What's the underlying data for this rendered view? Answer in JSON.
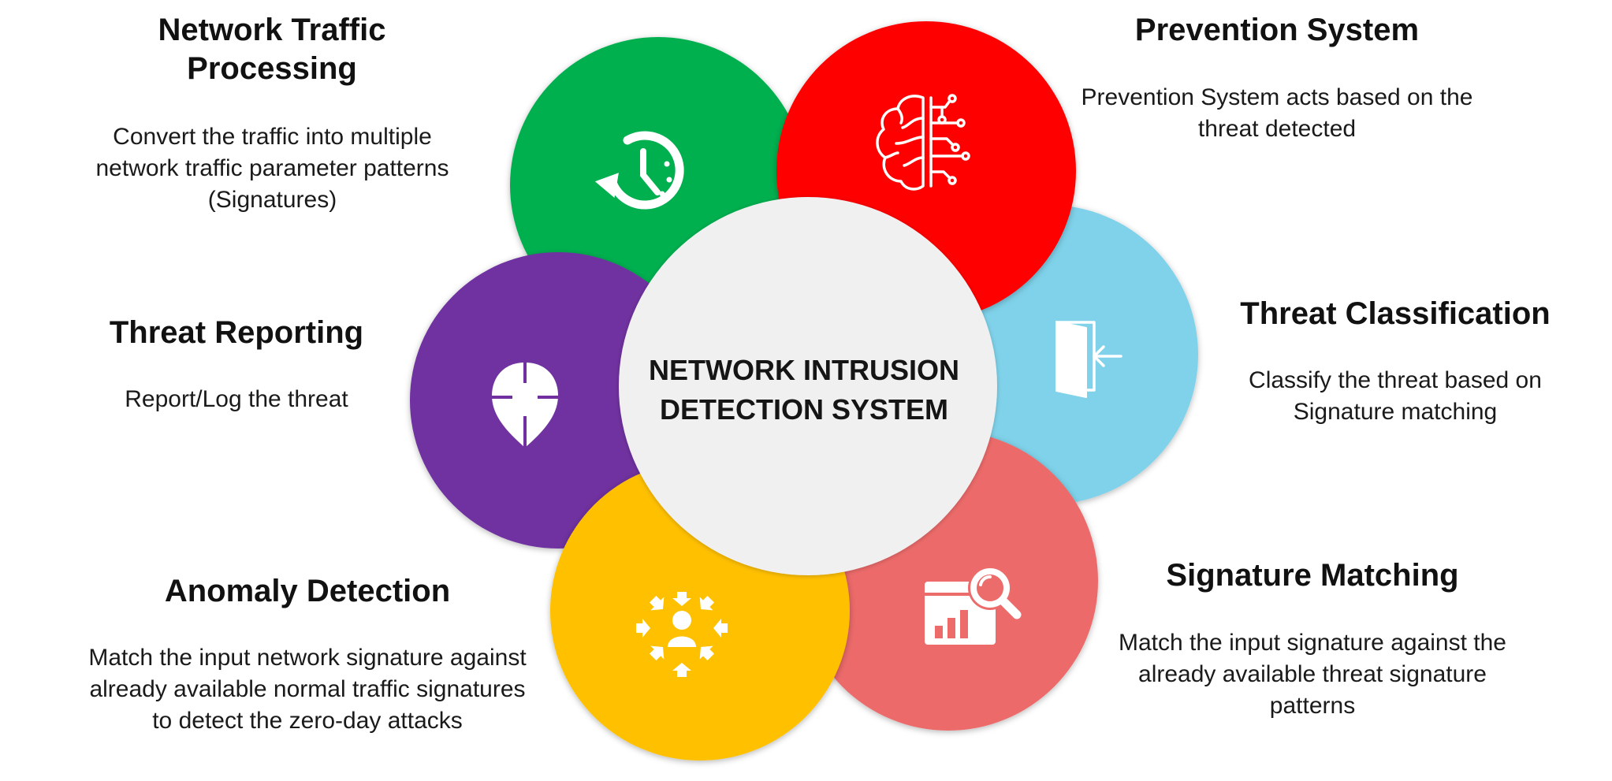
{
  "center": {
    "label": "NETWORK INTRUSION DETECTION SYSTEM"
  },
  "steps": {
    "network_traffic_processing": {
      "title": "Network Traffic Processing",
      "description": "Convert the traffic into multiple network traffic parameter patterns (Signatures)",
      "color": "#00B050",
      "icon": "history-clock-icon"
    },
    "prevention_system": {
      "title": "Prevention System",
      "description": "Prevention System acts based on the threat detected",
      "color": "#FF0000",
      "icon": "brain-circuit-icon"
    },
    "threat_classification": {
      "title": "Threat Classification",
      "description": "Classify the threat based on Signature matching",
      "color": "#7FD2EA",
      "icon": "door-enter-icon"
    },
    "signature_matching": {
      "title": "Signature Matching",
      "description": "Match the input signature against the already available threat signature patterns",
      "color": "#EC6B6B",
      "icon": "chart-search-icon"
    },
    "anomaly_detection": {
      "title": "Anomaly Detection",
      "description": "Match the input network signature against already available normal traffic signatures to detect the zero-day attacks",
      "color": "#FFC000",
      "icon": "user-focus-arrows-icon"
    },
    "threat_reporting": {
      "title": "Threat Reporting",
      "description": "Report/Log the threat",
      "color": "#7030A0",
      "icon": "target-pin-icon"
    }
  },
  "center_color": "#F0F0F0"
}
